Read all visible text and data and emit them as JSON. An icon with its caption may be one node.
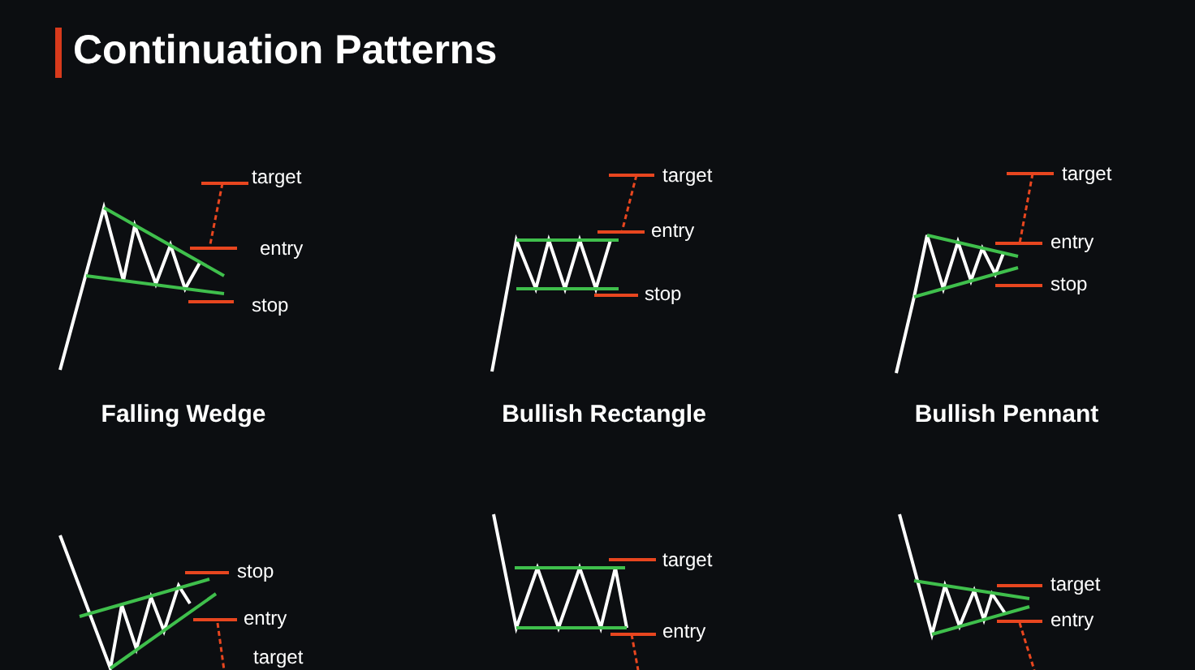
{
  "diagram": {
    "title": "Continuation Patterns",
    "labels": [
      "target",
      "entry",
      "stop",
      "target",
      "entry",
      "stop",
      "target",
      "entry",
      "stop",
      "Falling Wedge",
      "Bullish Rectangle",
      "Bullish Pennant",
      "stop",
      "entry",
      "target",
      "target",
      "entry",
      "target",
      "entry"
    ]
  }
}
